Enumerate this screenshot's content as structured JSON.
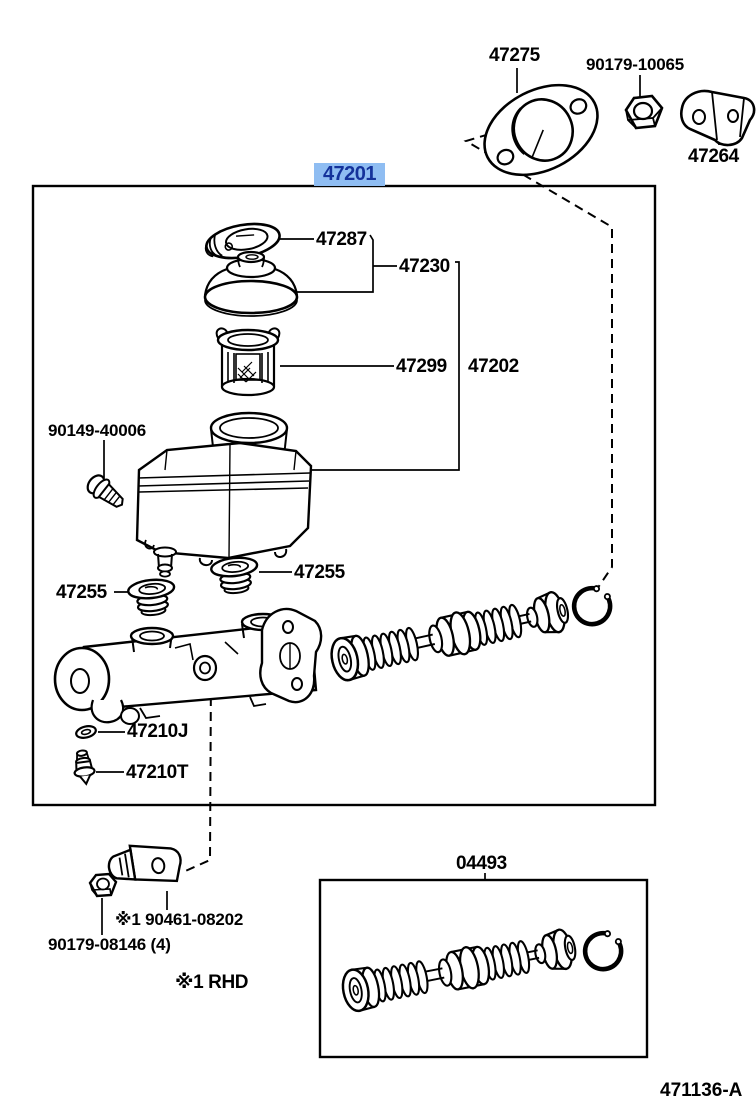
{
  "diagram": {
    "ref_code": "471136-A",
    "note_rhd": "※1 RHD",
    "highlight_bg": "#8fbdf2",
    "highlight_fg": "#14329b"
  },
  "parts": {
    "gasket_plate": "47275",
    "nut_upper": "90179-10065",
    "bracket": "47264",
    "master_cylinder_assy": "47201",
    "float": "47287",
    "reservoir_cap": "47230",
    "strainer": "47299",
    "reservoir": "47202",
    "reservoir_set_screw": "90149-40006",
    "grommet_front": "47255",
    "grommet_rear": "47255",
    "outlet_gasket": "47210J",
    "outlet_plug": "47210T",
    "clamp_bracket": "※1 90461-08202",
    "nut_lower": "90179-08146 (4)",
    "repair_kit": "04493"
  }
}
